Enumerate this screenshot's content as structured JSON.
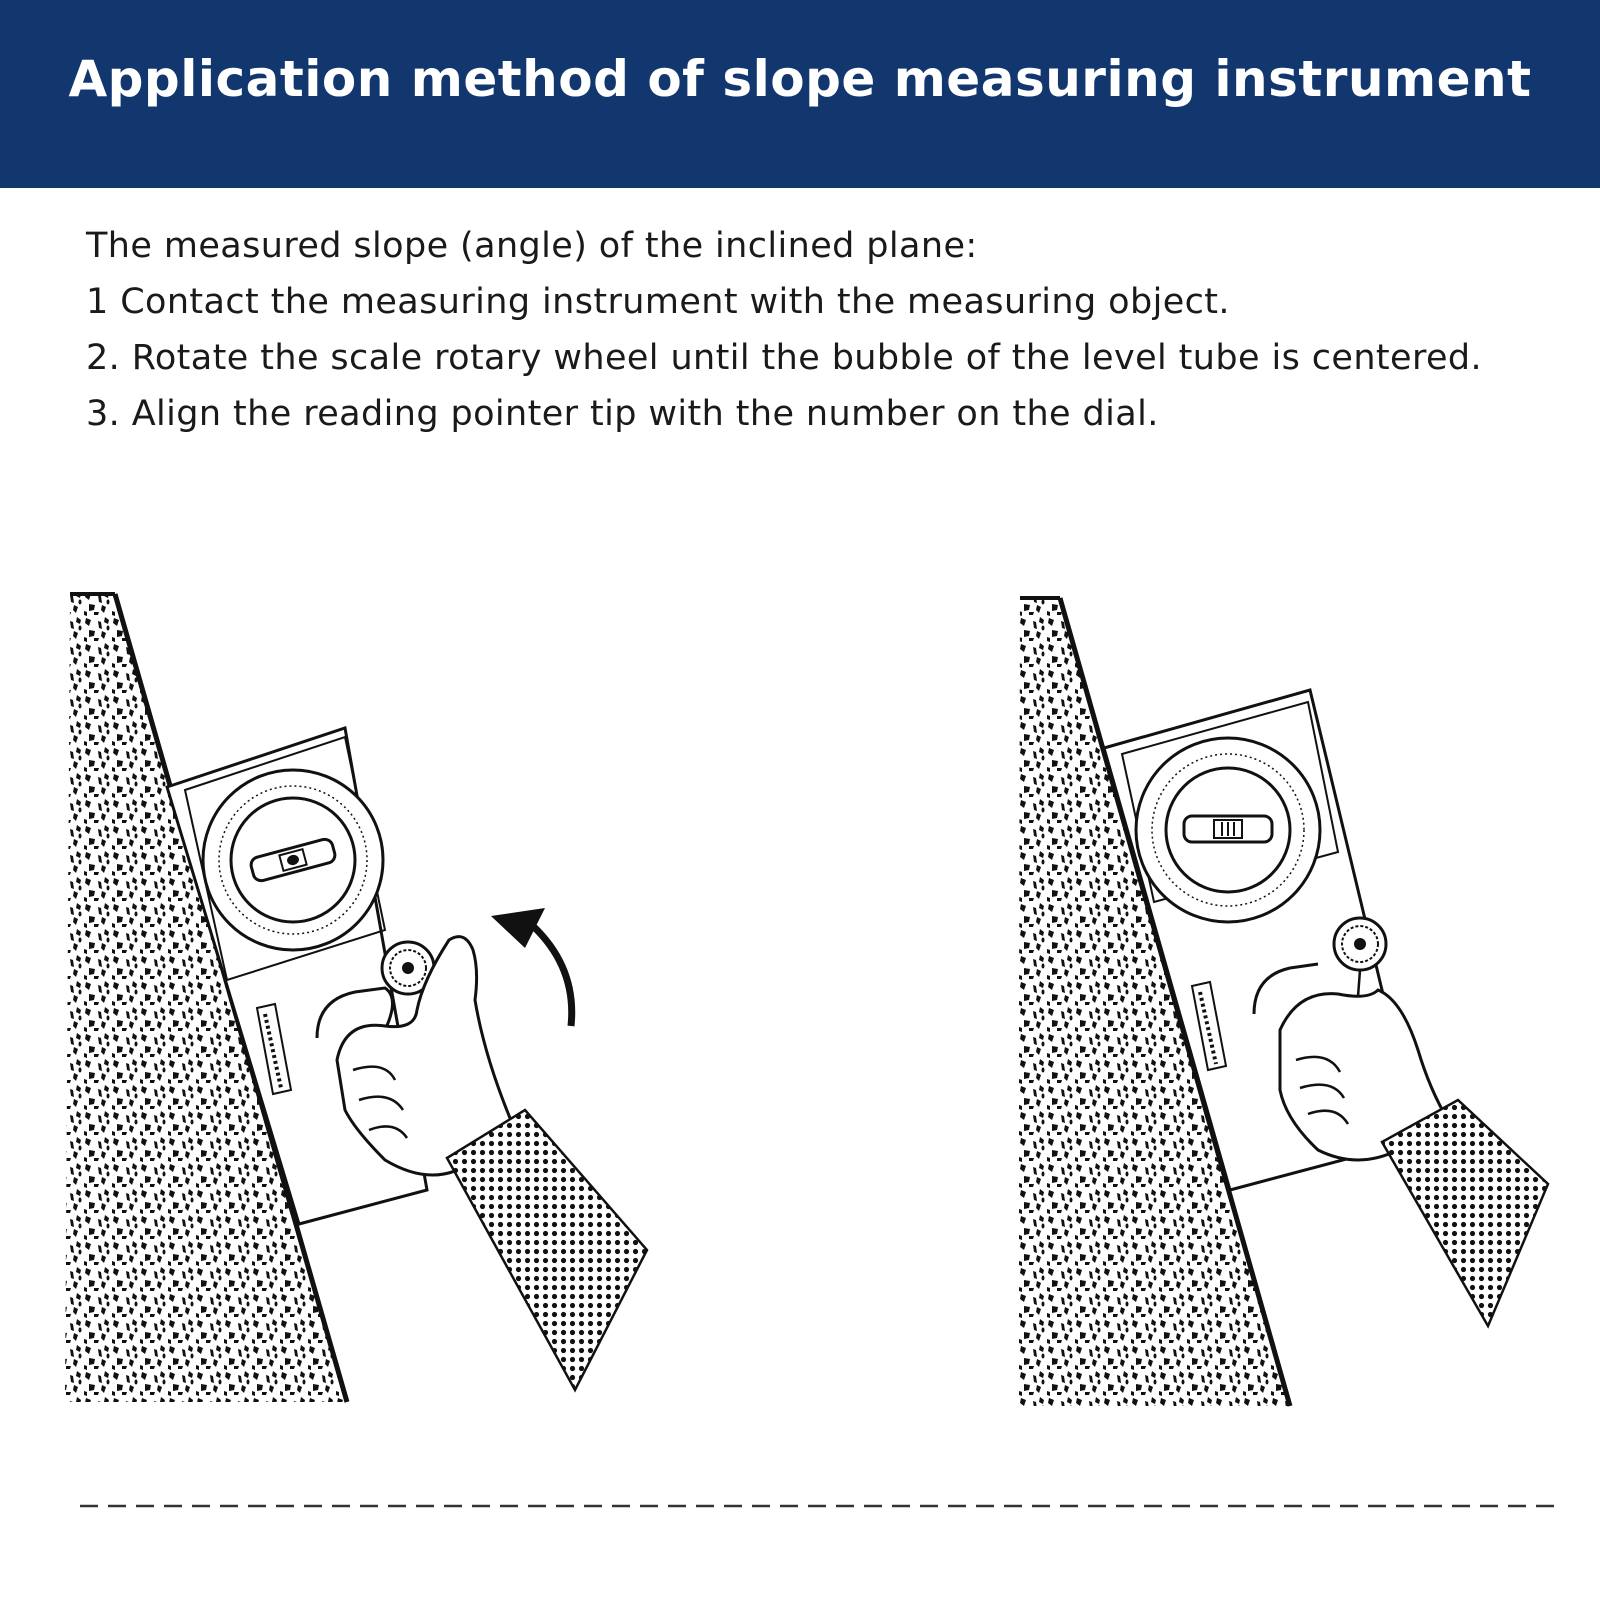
{
  "header": {
    "title": "Application method of slope measuring instrument",
    "background_color": "#12376f",
    "text_color": "#ffffff"
  },
  "instructions": {
    "intro": "The measured slope (angle) of the inclined plane:",
    "steps": [
      "1 Contact the measuring instrument with the measuring object.",
      "2. Rotate the scale rotary wheel until the bubble of the level tube is centered.",
      "3. Align the reading pointer tip with the number on the dial."
    ]
  },
  "figures": [
    {
      "icon": "hand-rotating-wheel-illustration",
      "shows_rotation_arrow": true
    },
    {
      "icon": "hand-reading-pointer-illustration",
      "shows_rotation_arrow": false
    }
  ],
  "divider": {
    "style": "dashed",
    "color": "#333333"
  }
}
